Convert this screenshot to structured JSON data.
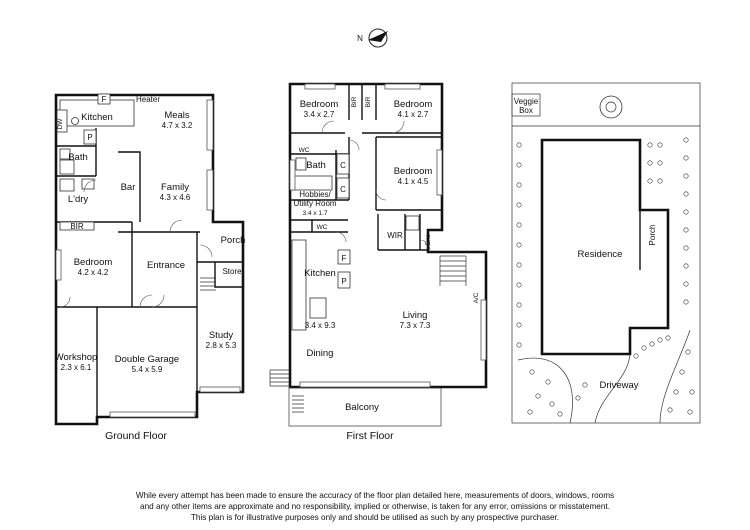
{
  "compass": {
    "label": "N"
  },
  "ground_floor": {
    "caption": "Ground Floor",
    "rooms": {
      "kitchen": "Kitchen",
      "heater": "Heater",
      "fridge": "F",
      "dw": "DW",
      "pantry": "P",
      "meals_name": "Meals",
      "meals_size": "4.7 x 3.2",
      "bath": "Bath",
      "bar": "Bar",
      "family_name": "Family",
      "family_size": "4.3 x 4.6",
      "laundry": "L'dry",
      "bir": "BIR",
      "bedroom_name": "Bedroom",
      "bedroom_size": "4.2 x 4.2",
      "entrance": "Entrance",
      "porch": "Porch",
      "store": "Store",
      "workshop_name": "Workshop",
      "workshop_size": "2.3 x 6.1",
      "garage_name": "Double Garage",
      "garage_size": "5.4 x 5.9",
      "study_name": "Study",
      "study_size": "2.8 x 5.3"
    }
  },
  "first_floor": {
    "caption": "First Floor",
    "rooms": {
      "bed1_name": "Bedroom",
      "bed1_size": "3.4 x 2.7",
      "bir1": "BIR",
      "bir2": "BIR",
      "bed2_name": "Bedroom",
      "bed2_size": "4.1 x 2.7",
      "wc1": "WC",
      "bath": "Bath",
      "c1": "C",
      "c2": "C",
      "bed3_name": "Bedroom",
      "bed3_size": "4.1 x 4.5",
      "hobbies_line1": "Hobbies/",
      "hobbies_line2": "Utility Room",
      "hobbies_size": "3.4 x 1.7",
      "wc2": "WC",
      "wir": "WIR",
      "ens": "Ens",
      "kitchen": "Kitchen",
      "fridge": "F",
      "pantry": "P",
      "ac": "A/C",
      "kitchen_size": "3.4 x 9.3",
      "living_name": "Living",
      "living_size": "7.3 x 7.3",
      "dining": "Dining",
      "balcony": "Balcony"
    }
  },
  "site": {
    "veggie_line1": "Veggie",
    "veggie_line2": "Box",
    "residence": "Residence",
    "porch": "Porch",
    "driveway": "Driveway"
  },
  "disclaimer": {
    "line1": "While every attempt has been made to ensure the accuracy of the floor plan detailed here, measurements of doors, windows, rooms",
    "line2": "and any other items are approximate and no responsibility, implied or otherwise, is taken for any error, omissions or misstatement.",
    "line3": "This plan is for illustrative purposes only and should be utilised as such by any prospective purchaser."
  }
}
